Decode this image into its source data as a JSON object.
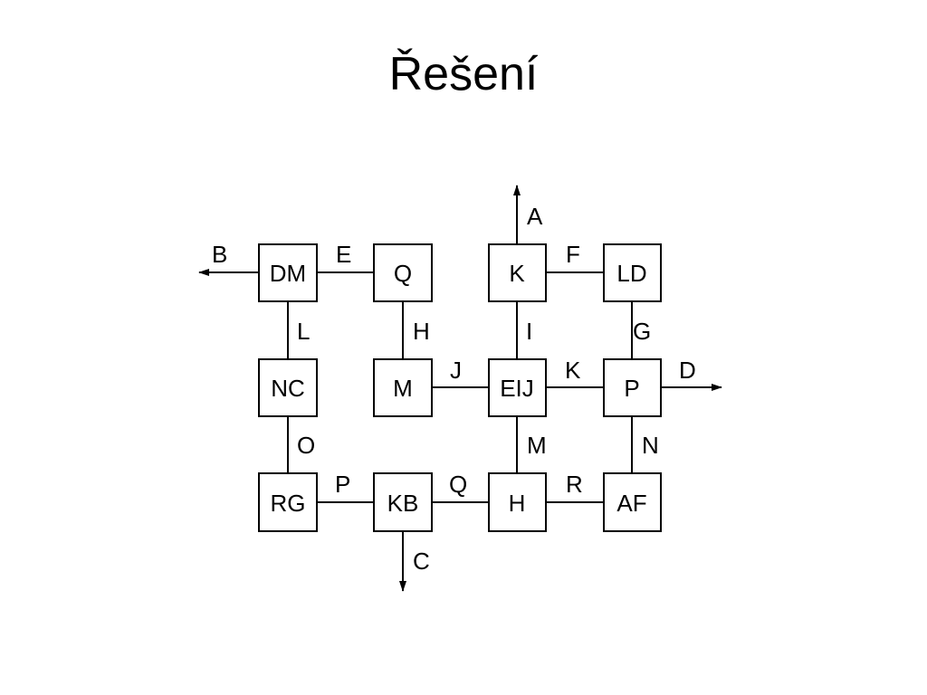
{
  "title": "Řešení",
  "nodes": {
    "dm": "DM",
    "q": "Q",
    "k": "K",
    "ld": "LD",
    "nc": "NC",
    "m": "M",
    "eij": "EIJ",
    "p": "P",
    "rg": "RG",
    "kb": "KB",
    "h": "H",
    "af": "AF"
  },
  "edges": {
    "dm_q": "E",
    "k_ld": "F",
    "dm_nc": "L",
    "q_m": "H",
    "k_eij": "I",
    "ld_p": "G",
    "m_eij": "J",
    "eij_p": "K",
    "nc_rg": "O",
    "eij_h": "M",
    "p_af": "N",
    "rg_kb": "P",
    "kb_h": "Q",
    "h_af": "R"
  },
  "arrows": {
    "k_out": "A",
    "dm_out": "B",
    "kb_out": "C",
    "p_out": "D"
  },
  "colors": {
    "stroke": "#000000",
    "background": "#ffffff"
  }
}
